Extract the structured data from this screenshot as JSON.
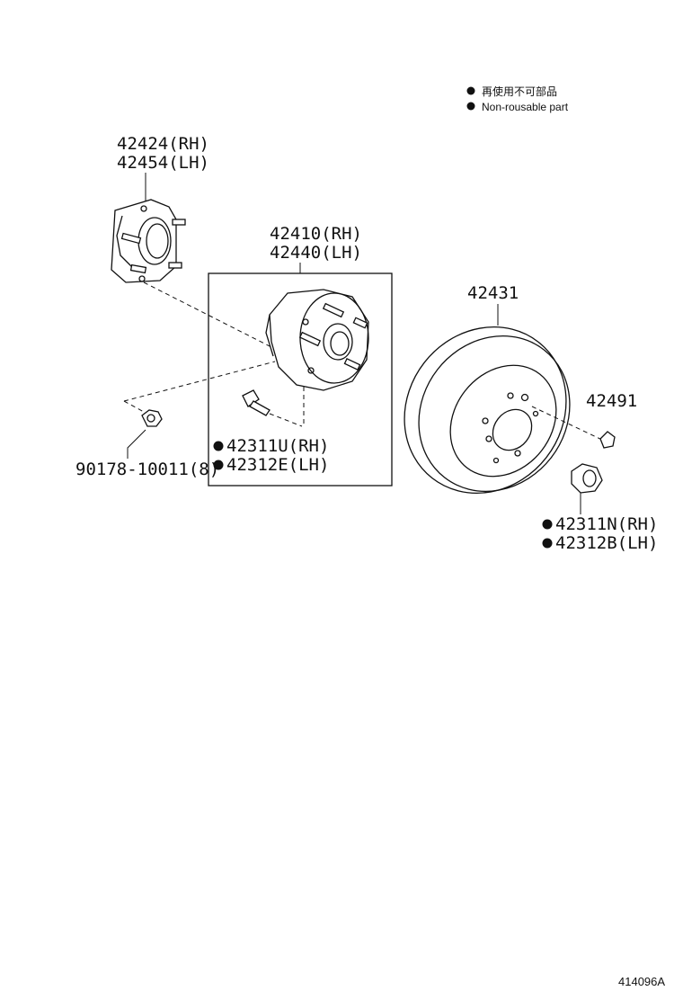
{
  "legend": {
    "bullet_ja": "再使用不可部品",
    "bullet_en": "Non-rousable part"
  },
  "parts": {
    "knuckle_rh": "42424(RH)",
    "knuckle_lh": "42454(LH)",
    "hub_rh": "42410(RH)",
    "hub_lh": "42440(LH)",
    "disc": "42431",
    "plug": "42491",
    "hub_bolt_rh": "42311U(RH)",
    "hub_bolt_lh": "42312E(LH)",
    "nut": "90178-10011(8)",
    "wheel_nut_rh": "42311N(RH)",
    "wheel_nut_lh": "42312B(LH)"
  },
  "diagram_code": "414096A"
}
